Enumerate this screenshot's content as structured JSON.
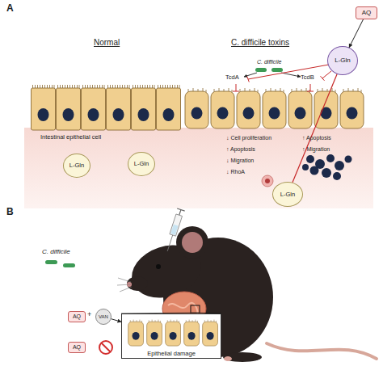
{
  "diagram": {
    "nodes": [
      {
        "text": [
          "AQ"
        ]
      },
      {
        "text": [
          "L-Gln"
        ]
      },
      {
        "text": [
          "L-Gln"
        ]
      },
      {
        "text": [
          "L-Gln"
        ]
      },
      {
        "text": [
          "L-Gln"
        ]
      },
      {
        "text": [
          "AQ"
        ]
      },
      {
        "text": [
          "VAN"
        ]
      },
      {
        "text": [
          "Epithelial damage"
        ]
      },
      {
        "text": [
          "AQ"
        ]
      }
    ],
    "edges": [
      {
        "from": 0,
        "to": 1,
        "arrow": "to"
      },
      {
        "from": 1,
        "to": 4,
        "arrow": "none"
      },
      {
        "from": 6,
        "to": 7,
        "arrow": "to"
      }
    ],
    "labels": [
      "A",
      "Normal",
      "C. difficile toxins",
      "C. difficile",
      "TcdA",
      "TcdB",
      "Intestinal epithelial cell",
      "↓ Cell proliferation",
      "↑ Apoptosis",
      "↓ Migration",
      "↓ RhoA",
      "↑ Apoptosis",
      "↑ Migration",
      "B",
      "C. difficile",
      "+"
    ]
  }
}
